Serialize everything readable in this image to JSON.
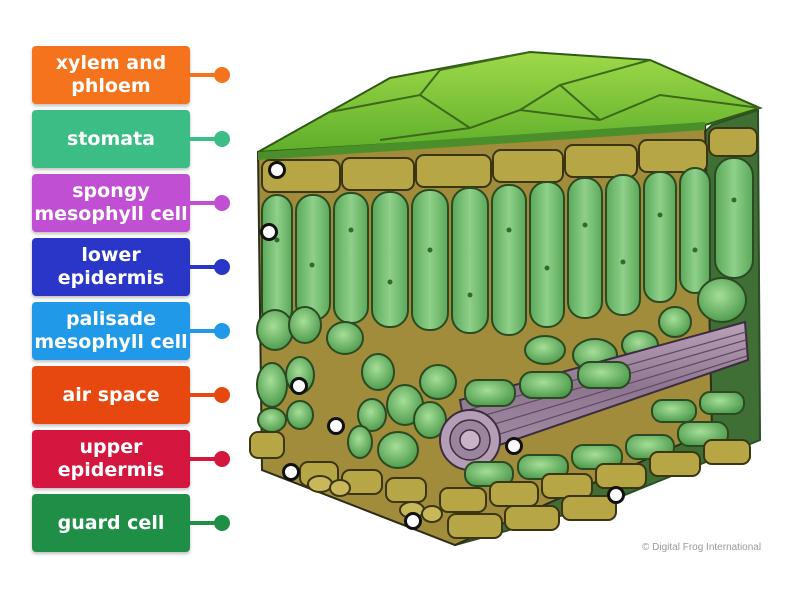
{
  "labels": [
    {
      "text": "xylem and phloem",
      "color": "#f4731c"
    },
    {
      "text": "stomata",
      "color": "#3bbd85"
    },
    {
      "text": "spongy mesophyll cell",
      "color": "#c14fd4"
    },
    {
      "text": "lower epidermis",
      "color": "#2a36c8"
    },
    {
      "text": "palisade mesophyll cell",
      "color": "#1f99e8"
    },
    {
      "text": "air space",
      "color": "#e7480f"
    },
    {
      "text": "upper epidermis",
      "color": "#d5163f"
    },
    {
      "text": "guard cell",
      "color": "#1f8f47"
    }
  ],
  "diagram": {
    "credit": "© Digital Frog International"
  }
}
